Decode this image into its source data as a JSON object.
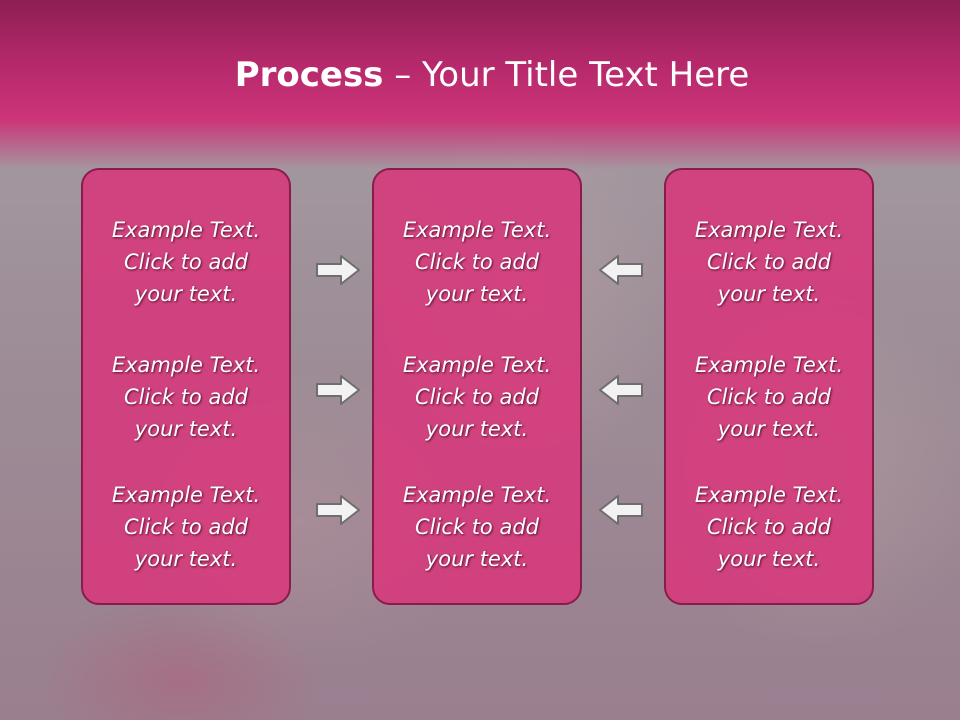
{
  "title": {
    "bold": "Process",
    "rest": " – Your Title Text Here"
  },
  "columns": [
    {
      "items": [
        {
          "line1": "Example Text.",
          "line2": "Click  to add",
          "line3": "your text."
        },
        {
          "line1": "Example Text.",
          "line2": "Click  to add",
          "line3": "your text."
        },
        {
          "line1": "Example Text.",
          "line2": "Click  to add",
          "line3": "your text."
        }
      ]
    },
    {
      "items": [
        {
          "line1": "Example Text.",
          "line2": "Click  to add",
          "line3": "your text."
        },
        {
          "line1": "Example Text.",
          "line2": "Click  to add",
          "line3": "your text."
        },
        {
          "line1": "Example Text.",
          "line2": "Click  to add",
          "line3": "your text."
        }
      ]
    },
    {
      "items": [
        {
          "line1": "Example Text.",
          "line2": "Click  to add",
          "line3": "your text."
        },
        {
          "line1": "Example Text.",
          "line2": "Click  to add",
          "line3": "your text."
        },
        {
          "line1": "Example Text.",
          "line2": "Click  to add",
          "line3": "your text."
        }
      ]
    }
  ],
  "icons": {
    "left_arrows": "arrow-right-icon",
    "right_arrows": "arrow-left-icon"
  },
  "colors": {
    "header": "#cc3478",
    "box_fill": "#d53c7d",
    "box_border": "#8a1c4c",
    "text": "#ffffff"
  }
}
